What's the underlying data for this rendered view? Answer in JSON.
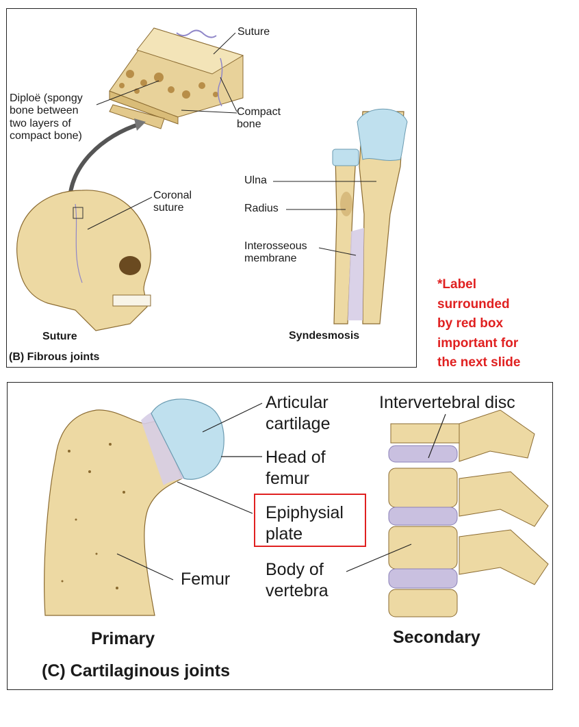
{
  "fibrous": {
    "panel_caption": "(B) Fibrous joints",
    "suture_section": {
      "caption": "Suture",
      "labels": {
        "suture": "Suture",
        "diploe": "Diploë (spongy\nbone between\ntwo layers of\ncompact bone)",
        "compact_bone": "Compact\nbone",
        "coronal_suture": "Coronal\nsuture"
      }
    },
    "syndesmosis_section": {
      "caption": "Syndesmosis",
      "labels": {
        "ulna": "Ulna",
        "radius": "Radius",
        "interosseous": "Interosseous\nmembrane"
      }
    }
  },
  "note": {
    "text": "*Label\nsurrounded\nby red box\nimportant for\nthe next slide",
    "color": "#e02020"
  },
  "cartilaginous": {
    "panel_caption": "(C) Cartilaginous  joints",
    "primary": {
      "caption": "Primary",
      "labels": {
        "articular_cartilage": "Articular\ncartilage",
        "head_of_femur": "Head of\nfemur",
        "epiphysial_plate": "Epiphysial\nplate",
        "femur": "Femur"
      },
      "highlighted_label": "Epiphysial\nplate",
      "highlight_color": "#e02020"
    },
    "secondary": {
      "caption": "Secondary",
      "labels": {
        "intervertebral_disc": "Intervertebral disc",
        "body_of_vertebra": "Body of\nvertebra"
      }
    }
  },
  "colors": {
    "bone": "#edd9a3",
    "bone_shadow": "#c9a766",
    "cartilage": "#bfe0ee",
    "disc": "#c9c0e0",
    "leader_line": "#222222"
  }
}
